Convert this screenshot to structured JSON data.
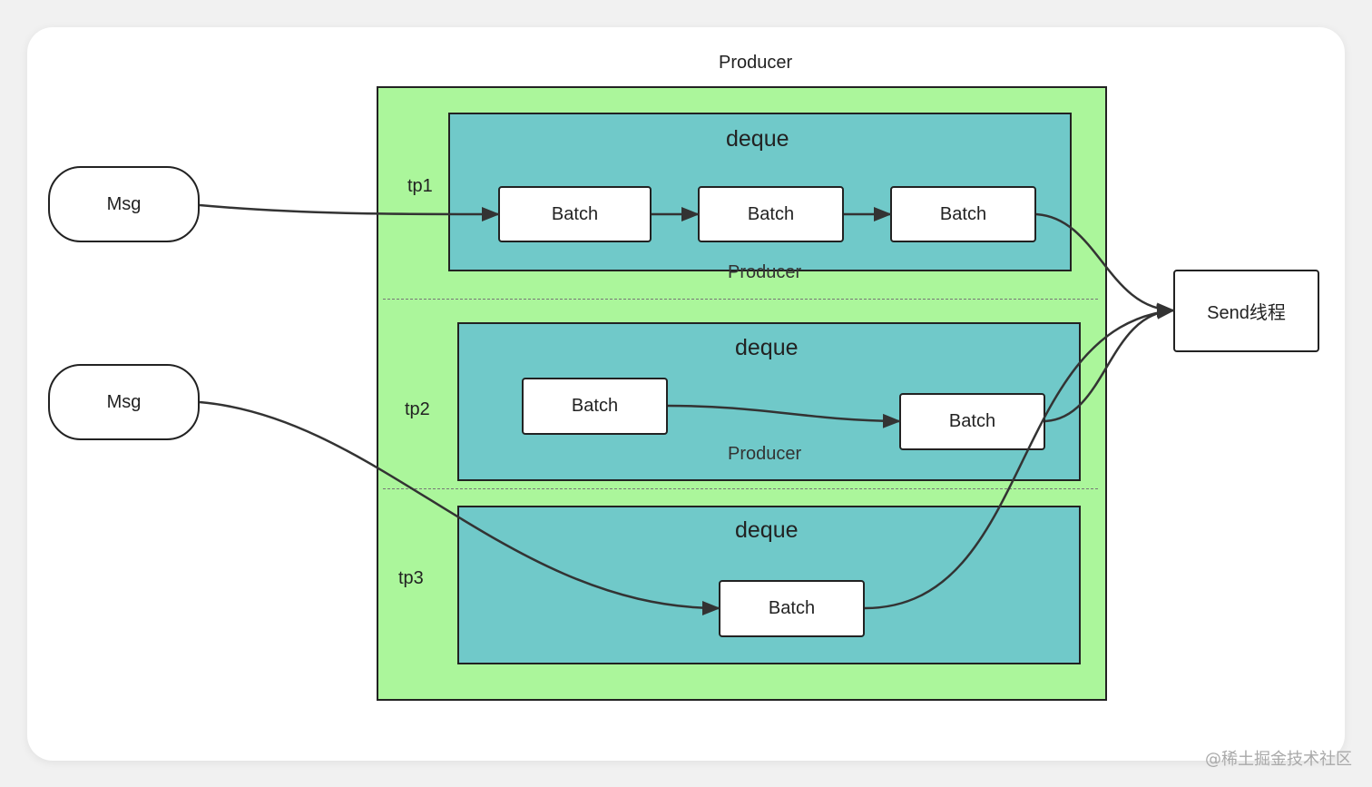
{
  "producer_title": "Producer",
  "messages": [
    "Msg",
    "Msg"
  ],
  "partitions": [
    {
      "tp": "tp1",
      "deque": "deque",
      "producer_label": "Producer",
      "batches": [
        "Batch",
        "Batch",
        "Batch"
      ]
    },
    {
      "tp": "tp2",
      "deque": "deque",
      "producer_label": "Producer",
      "batches": [
        "Batch",
        "Batch"
      ]
    },
    {
      "tp": "tp3",
      "deque": "deque",
      "batches": [
        "Batch"
      ]
    }
  ],
  "sender": "Send线程",
  "watermark": "@稀土掘金技术社区",
  "colors": {
    "producer_fill": "#abf69b",
    "deque_fill": "#70c9c9",
    "stroke": "#222222",
    "edge": "#333333"
  }
}
